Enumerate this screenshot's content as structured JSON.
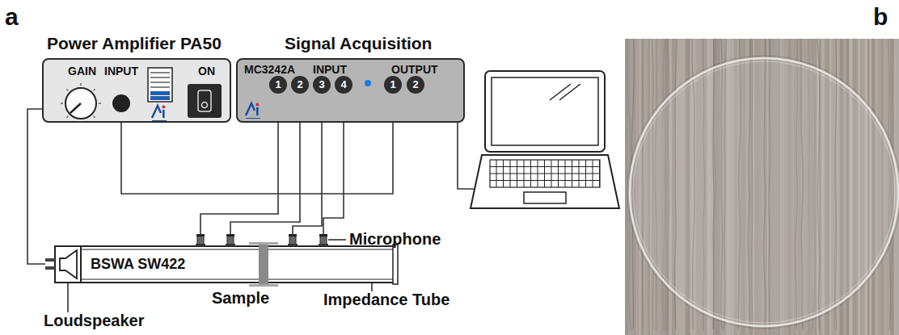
{
  "diagram": {
    "nodes": [
      {
        "text": [
          "Power Amplifier PA50",
          "GAIN",
          "INPUT",
          "ON"
        ]
      },
      {
        "text": [
          "Signal Acquisition",
          "MC3242A",
          "INPUT",
          "OUTPUT"
        ]
      },
      {
        "text": [
          "1"
        ],
        "in": 1
      },
      {
        "text": [
          "2"
        ],
        "in": 1
      },
      {
        "text": [
          "3"
        ],
        "in": 1
      },
      {
        "text": [
          "4"
        ],
        "in": 1
      },
      {
        "text": [
          "1"
        ],
        "in": 1
      },
      {
        "text": [
          "2"
        ],
        "in": 1
      },
      {
        "text": [
          "BSWA SW422"
        ]
      }
    ],
    "edges": [
      {
        "from": 6,
        "to": 0,
        "arrow": "none"
      },
      {
        "from": 0,
        "to": 8,
        "arrow": "none"
      },
      {
        "from": 2,
        "to": 8,
        "arrow": "none"
      },
      {
        "from": 3,
        "to": 8,
        "arrow": "none"
      },
      {
        "from": 4,
        "to": 8,
        "arrow": "none"
      },
      {
        "from": 5,
        "to": 8,
        "arrow": "none"
      }
    ],
    "labels": [
      "a",
      "b",
      "Microphone",
      "Sample",
      "Impedance Tube",
      "Loudspeaker"
    ]
  }
}
